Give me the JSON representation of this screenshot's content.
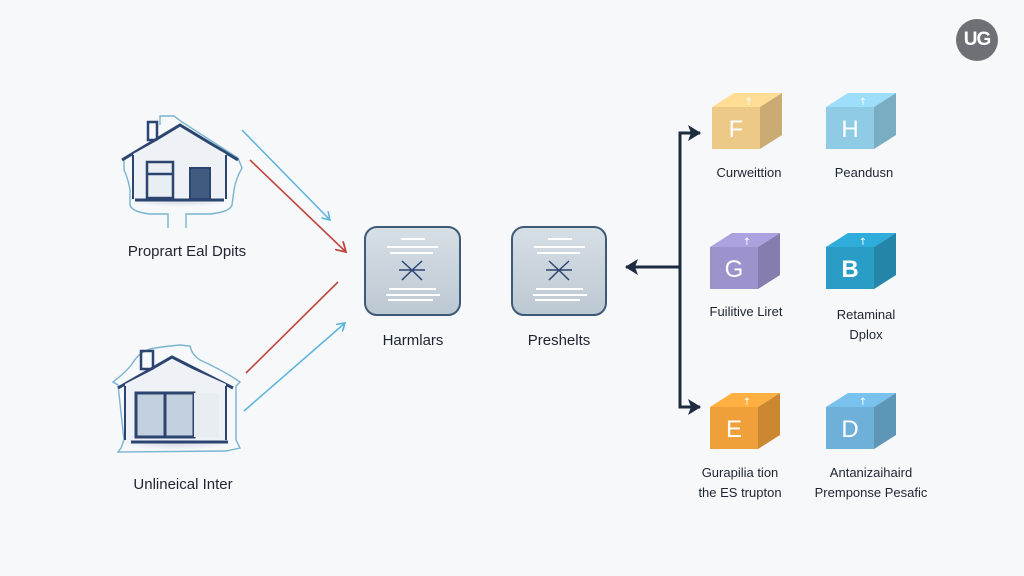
{
  "logo": {
    "text": "UG"
  },
  "sources": [
    {
      "label": "Proprart Eal Dpits"
    },
    {
      "label": "Unlineical Inter"
    }
  ],
  "processors": [
    {
      "label": "Harmlars"
    },
    {
      "label": "Preshelts"
    }
  ],
  "outputs": [
    {
      "letter": "F",
      "label_lines": [
        "Curweittion"
      ],
      "color": "#ecc987"
    },
    {
      "letter": "H",
      "label_lines": [
        "Peandusn"
      ],
      "color": "#8fcbe4"
    },
    {
      "letter": "G",
      "label_lines": [
        "Fuilitive Liret"
      ],
      "color": "#9c93cc"
    },
    {
      "letter": "B",
      "label_lines": [
        "Retaminal",
        "Dplox"
      ],
      "color": "#2a9dc6"
    },
    {
      "letter": "E",
      "label_lines": [
        "Gurapilia tion",
        "the ES trupton"
      ],
      "color": "#f0a03a"
    },
    {
      "letter": "D",
      "label_lines": [
        "Antanizaihaird",
        "Premponse Pesafic"
      ],
      "color": "#6fb0d8"
    }
  ],
  "colors": {
    "arrow_blue": "#5ab3dc",
    "arrow_red": "#c0473e",
    "navy": "#1d2b40",
    "house_stroke": "#2c4570"
  }
}
